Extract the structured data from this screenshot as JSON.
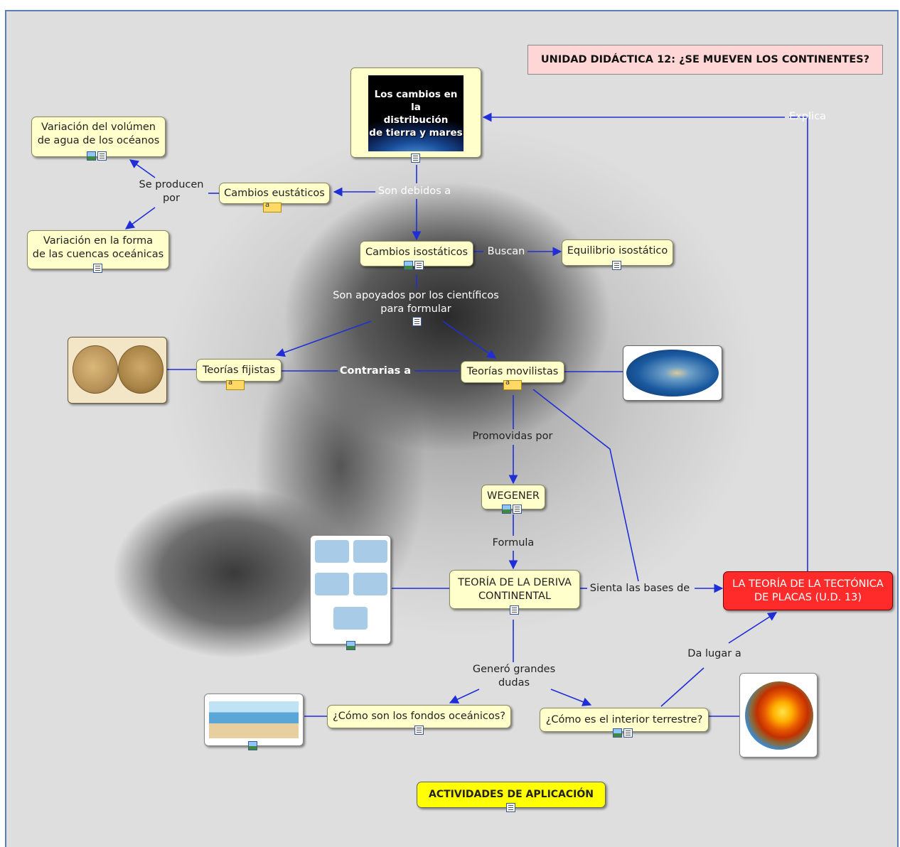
{
  "title": "UNIDAD DIDÁCTICA 12: ¿SE MUEVEN LOS CONTINENTES?",
  "nodes": {
    "cambios_distribucion": "Los cambios en la\ndistribución\nde tierra y mares",
    "variacion_volumen": "Variación del volúmen\nde agua de los océanos",
    "cambios_eustaticos": "Cambios eustáticos",
    "variacion_forma": "Variación en la forma\nde las cuencas oceánicas",
    "cambios_isostaticos": "Cambios isostáticos",
    "equilibrio_isostatico": "Equilibrio isostático",
    "teorias_fijistas": "Teorías fijistas",
    "teorias_movilistas": "Teorías movilistas",
    "wegener": "WEGENER",
    "deriva_continental": "TEORÍA DE LA DERIVA\nCONTINENTAL",
    "tectonica_placas": "LA TEORÍA DE LA TECTÓNICA\nDE PLACAS (U.D. 13)",
    "fondos_oceanicos": "¿Cómo son los fondos oceánicos?",
    "interior_terrestre": "¿Cómo es el interior terrestre?",
    "actividades": "ACTIVIDADES DE APLICACIÓN"
  },
  "links": {
    "explica": "Explica",
    "son_debidos_a": "Son debidos a",
    "se_producen_por": "Se producen\npor",
    "buscan": "Buscan",
    "son_apoyados": "Son apoyados por los científicos\npara formular",
    "contrarias_a": "Contrarias a",
    "promovidas_por": "Promovidas por",
    "formula": "Formula",
    "sienta_las_bases": "Sienta las bases de",
    "genero_dudas": "Generó grandes\ndudas",
    "da_lugar_a": "Da lugar a"
  },
  "icon_names": [
    "image-icon",
    "document-icon",
    "web-link-icon"
  ],
  "colors": {
    "node_fill": "#ffffcc",
    "link_line": "#1f2ed6",
    "title_fill": "#ffd6d6",
    "highlight_red": "#ff2b2b",
    "highlight_yellow": "#ffff00",
    "frame_border": "#5a7cb8"
  }
}
